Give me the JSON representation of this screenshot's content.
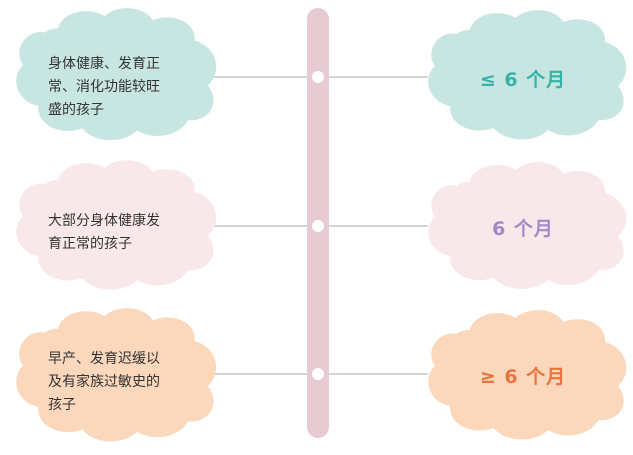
{
  "rows": [
    {
      "description": "身体健康、发育正\n常、消化功能较旺\n盛的孩子",
      "age": "≤ 6 个月",
      "colors": {
        "left_cloud": "#c8e6e1",
        "right_cloud": "#c8e6e1",
        "age_text": "#35b3a6"
      }
    },
    {
      "description": "大部分身体健康发\n育正常的孩子",
      "age": "6 个月",
      "colors": {
        "left_cloud": "#f9e8ea",
        "right_cloud": "#f9e8ea",
        "age_text": "#a08ac8"
      }
    },
    {
      "description": "早产、发育迟缓以\n及有家族过敏史的\n孩子",
      "age": "≥ 6 个月",
      "colors": {
        "left_cloud": "#fbd8bc",
        "right_cloud": "#fbd8bc",
        "age_text": "#e9733a"
      }
    }
  ],
  "timeline": {
    "bar_color": "#e7cbd2",
    "connector_color": "#a8a8a8"
  }
}
